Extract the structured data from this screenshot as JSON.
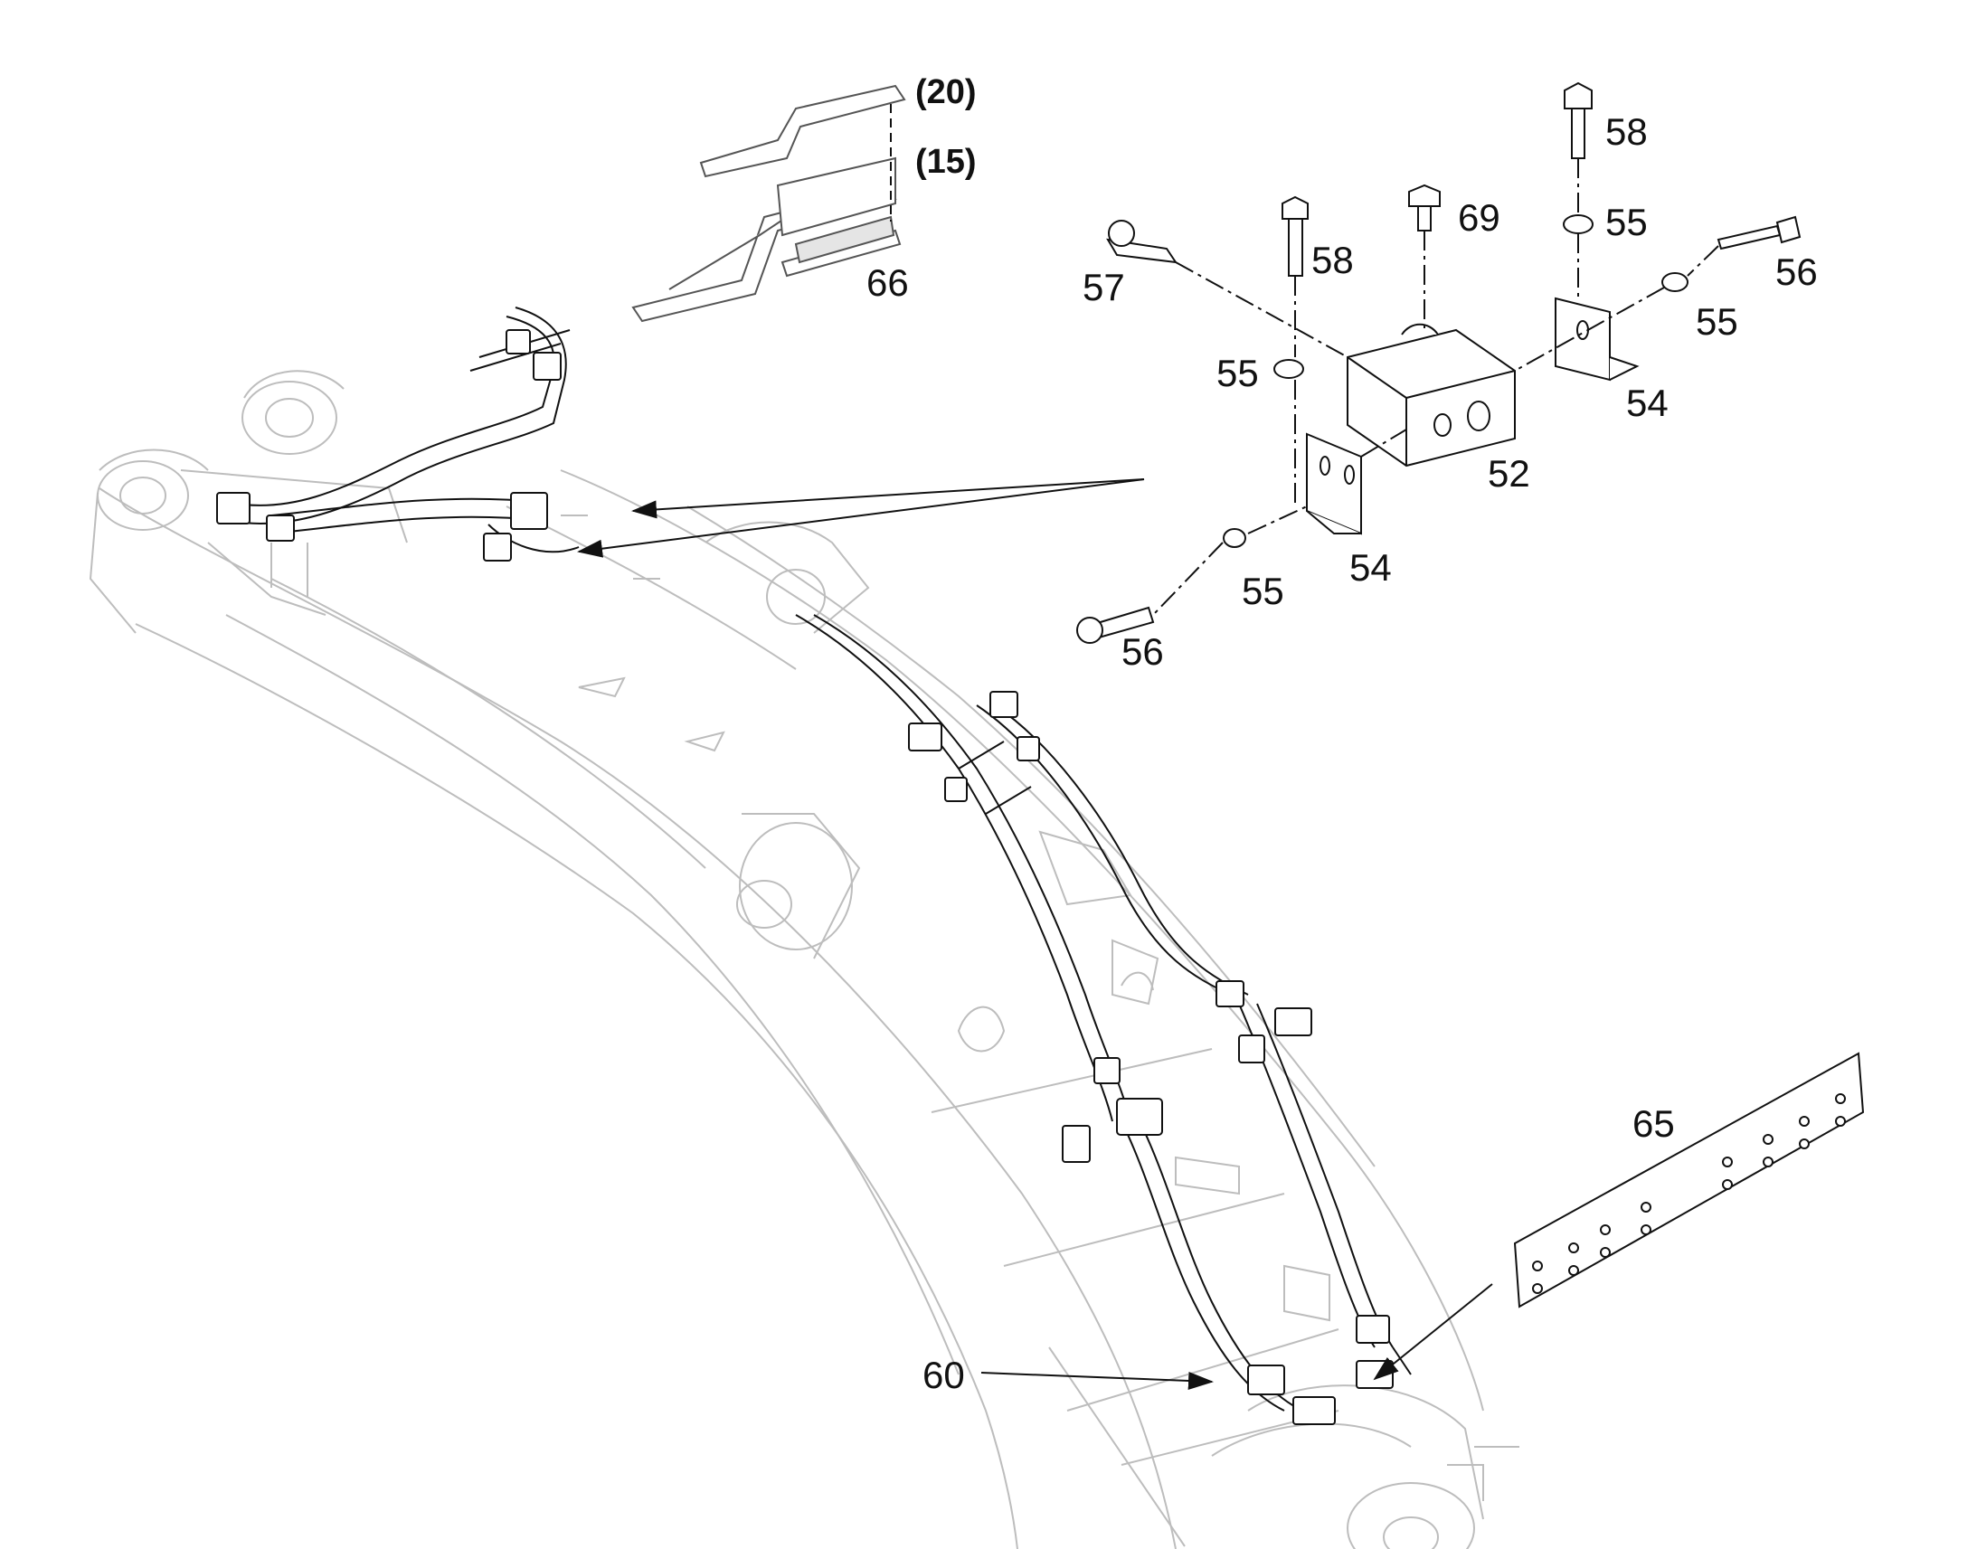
{
  "diagram": {
    "type": "exploded parts diagram",
    "colors": {
      "ink": "#111111",
      "faint": "#9a9a9a",
      "ghost": "#c8c8c8",
      "background": "#ffffff"
    },
    "callouts": {
      "ref20": "(20)",
      "ref15": "(15)",
      "p66": "66",
      "p58a": "58",
      "p58b": "58",
      "p69": "69",
      "p55a": "55",
      "p55b": "55",
      "p55c": "55",
      "p55d": "55",
      "p56a": "56",
      "p56b": "56",
      "p57": "57",
      "p54a": "54",
      "p54b": "54",
      "p52": "52",
      "p65": "65",
      "p60": "60"
    }
  }
}
